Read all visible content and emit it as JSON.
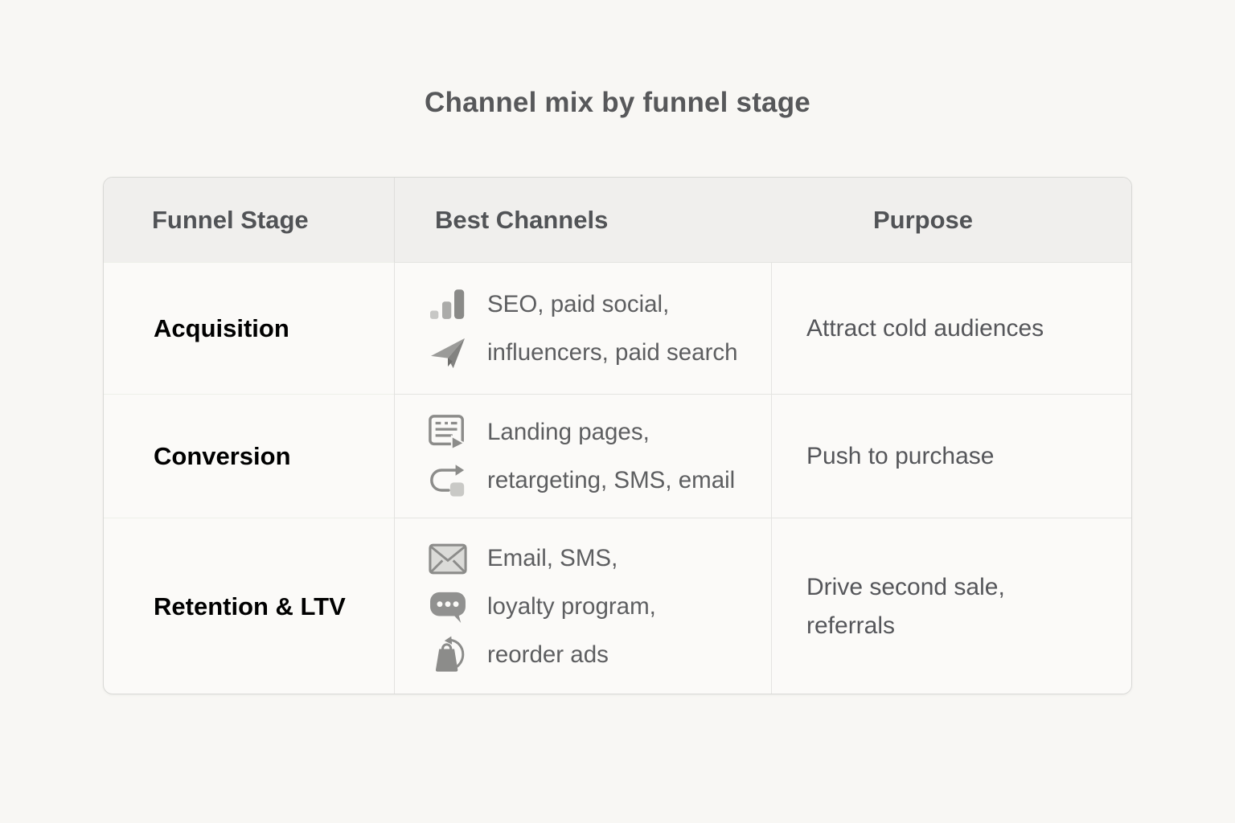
{
  "page": {
    "title": "Channel mix by funnel stage"
  },
  "table": {
    "columns": [
      "Funnel Stage",
      "Best Channels",
      "Purpose"
    ],
    "rows": [
      {
        "stage": "Acquisition",
        "channels": [
          {
            "icon": "bar-chart-icon",
            "label": "SEO, paid social,"
          },
          {
            "icon": "paper-plane-icon",
            "label": "influencers, paid search"
          }
        ],
        "purpose": "Attract cold audiences"
      },
      {
        "stage": "Conversion",
        "channels": [
          {
            "icon": "landing-page-icon",
            "label": "Landing pages,"
          },
          {
            "icon": "retargeting-icon",
            "label": "retargeting, SMS, email"
          }
        ],
        "purpose": "Push to purchase"
      },
      {
        "stage": "Retention & LTV",
        "channels": [
          {
            "icon": "email-icon",
            "label": "Email, SMS,"
          },
          {
            "icon": "chat-icon",
            "label": "loyalty program,"
          },
          {
            "icon": "reorder-icon",
            "label": "reorder ads"
          }
        ],
        "purpose": "Drive second sale, referrals"
      }
    ]
  },
  "colors": {
    "page_bg": "#f8f7f4",
    "header_bg": "#f0efed",
    "stage_text_green": "#549048",
    "row_bg_acquisition": "#edf3e5",
    "row_bg_conversion": "#dfecd3",
    "row_bg_retention": "#cfe2c1",
    "body_text": "#5d5e60",
    "icon_gray": "#8c8c8a"
  }
}
